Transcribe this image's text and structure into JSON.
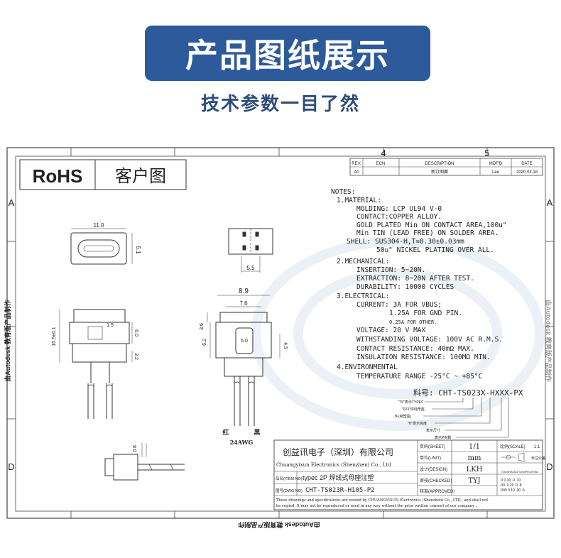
{
  "header": {
    "title": "产品图纸展示",
    "subtitle": "技术参数一目了然"
  },
  "drawing": {
    "rohs": "RoHS",
    "drawing_type": "客户图",
    "col_labels": [
      "4",
      "5"
    ],
    "row_labels": [
      "A",
      "D"
    ],
    "rev_table": {
      "headers": [
        "REV.",
        "ECN",
        "DESCRIPTION",
        "MDF'D",
        "DATE"
      ],
      "row": [
        "A0",
        "",
        "新订图面",
        "Lee",
        "2020.03.18"
      ]
    },
    "notes": [
      "NOTES:",
      "1.MATERIAL:",
      "MOLDING: LCP UL94 V-0",
      "CONTACT:COPPER ALLOY.",
      "GOLD PLATED Min ON CONTACT AREA,100u\"",
      "Min TIN (LEAD FREE) ON SOLDER AREA.",
      "SHELL: SUS304-H,T=0.30±0.03mm",
      "50u\" NICKEL PLATING OVER ALL.",
      "2.MECHANICAL:",
      "INSERTION: 5~20N.",
      "EXTRACTION: 8~20N AFTER TEST.",
      "DURABILITY: 10000 CYCLES",
      "3.ELECTRICAL:",
      "CURRENT: 3A FOR VBUS;",
      "1.25A FOR GND PIN.",
      "0.25A FOR OTHER.",
      "VOLTAGE: 20 V MAX",
      "WITHSTANDING VOLTAGE: 100V AC R.M.S.",
      "CONTACT RESISTANCE: 40mΩ MAX.",
      "INSULATION RESISTANCE: 100MΩ MIN.",
      "4.ENVIRONMENTAL",
      "TEMPERATURE RANGE -25°C ~ +85°C"
    ],
    "part_code": {
      "label": "料号: CHT-TS023X-HXXX-PX",
      "annotations": [
        "\"TS\"表示TYPEC",
        "\"023\"焊线母座",
        "B-(吸塑盒)",
        "\"H\"表示高度",
        "表示尺寸",
        "表示PIN数"
      ]
    },
    "dims": {
      "front_w": "11.0",
      "front_h": "5.1",
      "top_w": "5.5",
      "side_w1": "8.9",
      "side_w2": "7.6",
      "side_d1": "3.6",
      "side_d2": "6.2",
      "side_d3": "5.0",
      "side_d4": "4.5",
      "p_d1": "1.5",
      "p_d2": "6.0",
      "p_d3": "10.5±0.1",
      "p_d4": "3.2",
      "bottom_d": "0.8"
    },
    "wire_labels": [
      "红",
      "黑"
    ],
    "wire_gauge": "24AWG",
    "watermark_vertical": "由Autodesk 教育版产品制作",
    "watermark_bottom": "由Autodesk 教育版产品制作",
    "title_block": {
      "company_cn": "创益讯电子（深圳）有限公司",
      "company_en": "Chuangyixun Electronics (Shenzhen) Co., Ltd",
      "item_no_label": "品名(ITEM NO)",
      "item_no": "typec 2P 焊线式母座注塑",
      "dwg_no_label": "图号(DWG NO)",
      "dwg_no": "CHT-TS023R-H105-P2",
      "sheet_label": "页码(SHEET)",
      "sheet": "1/1",
      "scale_label": "比例(SCALE)",
      "scale": "1:1",
      "unit_label": "单位(UNIT)",
      "unit": "mm",
      "design_label": "设计(DESIGN)",
      "design": "LKH",
      "checked_label": "审核(CHECKED)",
      "checked": "TYJ",
      "approved_label": "核准(APPROVED)",
      "approved": "",
      "tolerance_title": "未注公差",
      "tolerance_sub": "TOLERANCE UNSPECIFIED",
      "tolerance_values": [
        ".0 0.30  .0 .10",
        ".00 .0.20  .0  .8",
        ".000 0.10 .00 .5"
      ],
      "disclaimer": [
        "These drawings and specifications are owned by CHUANGYIXUN Electronics (Shenzhen) Co., LTD., and shall not",
        "be copied, It may not be reproduced or used in any way without the prior written consent of our company ."
      ]
    }
  }
}
